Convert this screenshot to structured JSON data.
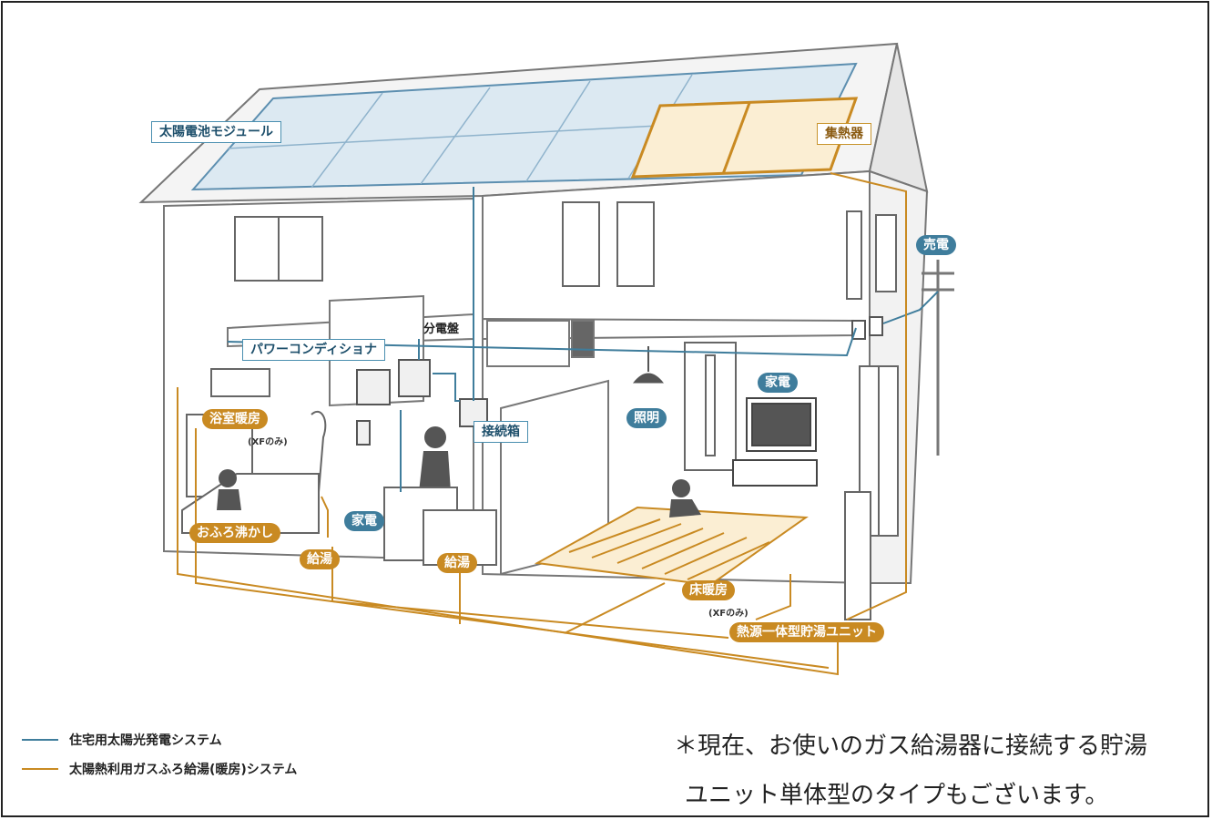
{
  "colors": {
    "solar_power_line": "#3f7d9c",
    "solar_thermal_line": "#c98a22"
  },
  "labels": {
    "solar_module": "太陽電池モジュール",
    "collector": "集熱器",
    "power_conditioner": "パワーコンディショナ",
    "distribution_board": "分電盤",
    "connection_box": "接続箱",
    "selling_power": "売電",
    "appliances_right": "家電",
    "lighting": "照明",
    "bath_heating": "浴室暖房",
    "bath_heating_note": "(XFのみ)",
    "bath_reheating": "おふろ沸かし",
    "appliances_left": "家電",
    "hot_water_1": "給湯",
    "hot_water_2": "給湯",
    "floor_heating": "床暖房",
    "floor_heating_note": "(XFのみ)",
    "storage_unit": "熱源一体型貯湯ユニット"
  },
  "legend": [
    {
      "text": "住宅用太陽光発電システム",
      "color": "#3f7d9c",
      "icon": "blue-line"
    },
    {
      "text": "太陽熱利用ガスふろ給湯(暖房)システム",
      "color": "#c98a22",
      "icon": "orange-line"
    }
  ],
  "footnote": {
    "line1": "＊現在、お使いのガス給湯器に接続する貯湯",
    "line2": "ユニット単体型のタイプもございます。"
  }
}
